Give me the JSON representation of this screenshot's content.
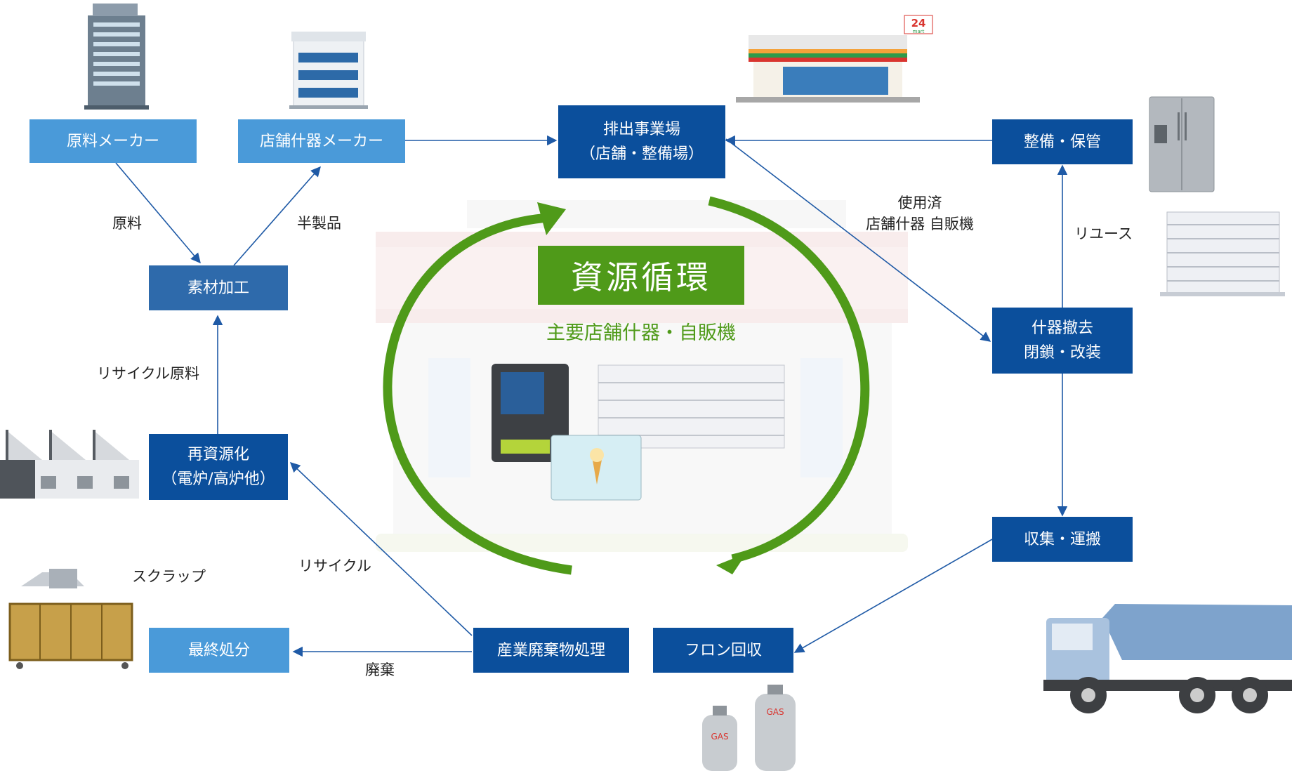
{
  "title": "資源循環",
  "subtitle": "主要店舗什器・自販機",
  "nodes": {
    "raw_maker": "原料メーカー",
    "fixture_maker": "店舗什器メーカー",
    "material_processing": "素材加工",
    "re_resource": [
      "再資源化",
      "（電炉/高炉他）"
    ],
    "final_disposal": "最終処分",
    "industrial_waste": "産業廃棄物処理",
    "freon_recovery": "フロン回収",
    "discharge_site": [
      "排出事業場",
      "（店舗・整備場）"
    ],
    "maintenance": "整備・保管",
    "removal": [
      "什器撤去",
      "閉鎖・改装"
    ],
    "collection": "収集・運搬"
  },
  "edges": {
    "raw": "原料",
    "semi_product": "半製品",
    "recycled_raw": "リサイクル原料",
    "used": [
      "使用済",
      "店舗什器 自販機"
    ],
    "reuse": "リユース",
    "recycle": "リサイクル",
    "disposal": "廃棄",
    "scrap": "スクラップ"
  },
  "icons": {
    "gas_label": "GAS",
    "store_sign": "24",
    "store_sign_sub": "mart"
  },
  "colors": {
    "dark_blue": "#0b4f9c",
    "mid_blue": "#2e6aab",
    "light_blue": "#4a9ad9",
    "green": "#4f9a19",
    "arrow_blue": "#1f5aa6"
  }
}
